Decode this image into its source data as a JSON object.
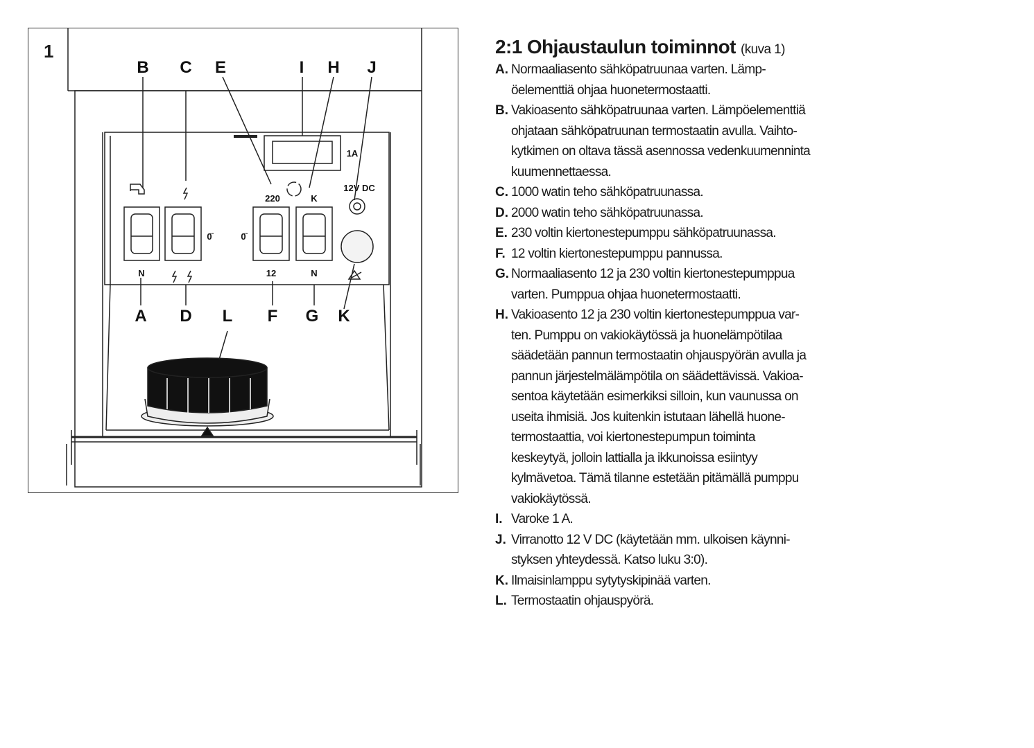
{
  "figure": {
    "number": "1",
    "top_labels": [
      "B",
      "C",
      "E",
      "I",
      "H",
      "J"
    ],
    "bottom_labels": [
      "A",
      "D",
      "L",
      "F",
      "G",
      "K"
    ],
    "panel_marks": {
      "fuse": "1A",
      "v220": "220",
      "k": "K",
      "dc": "12V DC",
      "o_left": "0̈",
      "o_right": "0̈",
      "n_left": "N",
      "n_right": "N",
      "f12": "12"
    }
  },
  "heading": {
    "title": "2:1  Ohjaustaulun toiminnot",
    "sub": "(kuva 1)"
  },
  "items": [
    {
      "key": "A.",
      "lines": [
        "Normaaliasento sähköpatruunaa varten. Lämp-",
        "öelementtiä ohjaa huonetermostaatti."
      ]
    },
    {
      "key": "B.",
      "lines": [
        "Vakioasento sähköpatruunaa varten. Lämpöelementtiä",
        "ohjataan sähköpatruunan termostaatin avulla. Vaihto-",
        "kytkimen on oltava tässä asennossa vedenkuumenninta",
        "kuumennettaessa."
      ]
    },
    {
      "key": "C.",
      "lines": [
        "1000 watin teho sähköpatruunassa."
      ]
    },
    {
      "key": "D.",
      "lines": [
        "2000 watin teho sähköpatruunassa."
      ]
    },
    {
      "key": "E.",
      "lines": [
        "230 voltin kiertonestepumppu sähköpatruunassa."
      ]
    },
    {
      "key": "F.",
      "lines": [
        "12 voltin kiertonestepumppu pannussa."
      ]
    },
    {
      "key": "G.",
      "lines": [
        "Normaaliasento 12 ja 230 voltin kiertonestepumppua",
        "varten. Pumppua ohjaa huonetermostaatti."
      ]
    },
    {
      "key": "H.",
      "lines": [
        "Vakioasento 12 ja 230 voltin kiertonestepumppua var-",
        "ten. Pumppu on vakiokäytössä ja huonelämpötilaa",
        "säädetään pannun termostaatin ohjauspyörän avulla ja",
        "pannun järjestelmälämpötila on säädettävissä. Vakioa-",
        "sentoa käytetään esimerkiksi silloin, kun vaunussa on",
        "useita ihmisiä. Jos kuitenkin istutaan lähellä huone-",
        "termostaattia, voi kiertonestepumpun toiminta",
        "keskeytyä, jolloin lattialla ja ikkunoissa esiintyy",
        "kylmävetoa. Tämä tilanne estetään pitämällä pumppu",
        "vakiokäytössä."
      ]
    },
    {
      "key": "I.",
      "lines": [
        "Varoke 1 A."
      ]
    },
    {
      "key": "J.",
      "lines": [
        "Virranotto 12 V DC (käytetään mm. ulkoisen käynni-",
        "styksen yhteydessä. Katso luku 3:0)."
      ]
    },
    {
      "key": "K.",
      "lines": [
        "Ilmaisinlamppu sytytyskipinää varten."
      ]
    },
    {
      "key": "L.",
      "lines": [
        "Termostaatin ohjauspyörä."
      ]
    }
  ]
}
